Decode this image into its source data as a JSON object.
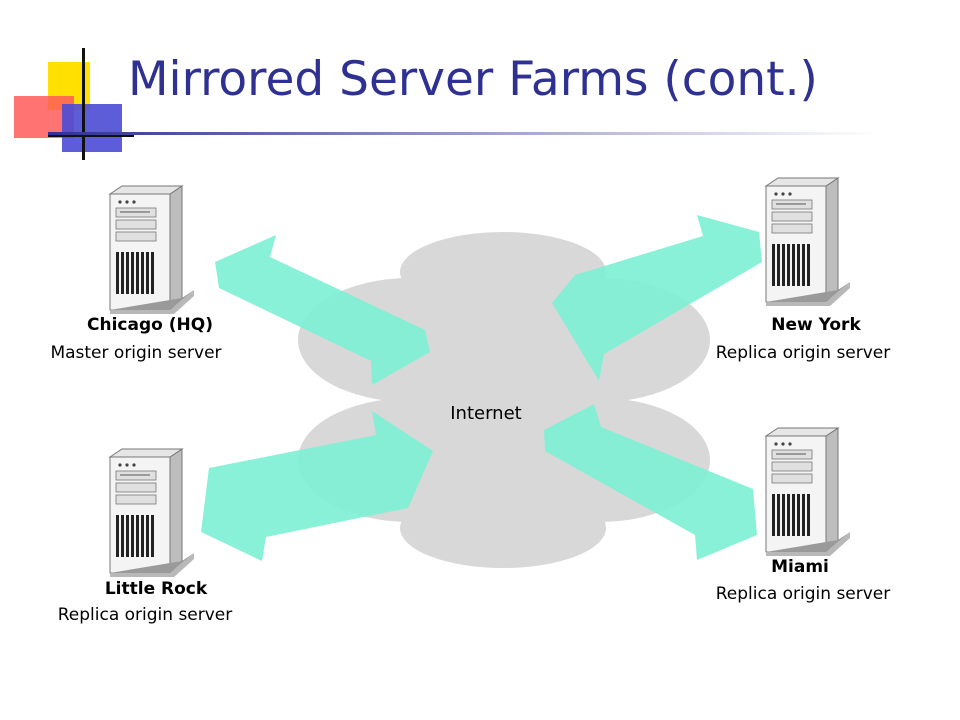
{
  "slide": {
    "title": "Mirrored Server Farms (cont.)"
  },
  "cloud": {
    "label": "Internet"
  },
  "servers": {
    "chicago": {
      "name": "Chicago (HQ)",
      "role": "Master origin server"
    },
    "new_york": {
      "name": "New York",
      "role": "Replica origin server"
    },
    "little_rock": {
      "name": "Little Rock",
      "role": "Replica origin server"
    },
    "miami": {
      "name": "Miami",
      "role": "Replica origin server"
    }
  },
  "colors": {
    "title": "#2e3192",
    "arrow": "#7ff0d4",
    "cloud": "#d8d8d8"
  }
}
